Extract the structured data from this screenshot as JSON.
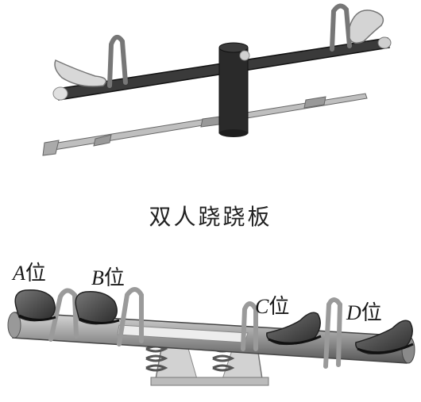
{
  "figure": {
    "caption": "双人跷跷板",
    "positions": [
      {
        "letter": "A",
        "suffix": "位"
      },
      {
        "letter": "B",
        "suffix": "位"
      },
      {
        "letter": "C",
        "suffix": "位"
      },
      {
        "letter": "D",
        "suffix": "位"
      }
    ]
  }
}
